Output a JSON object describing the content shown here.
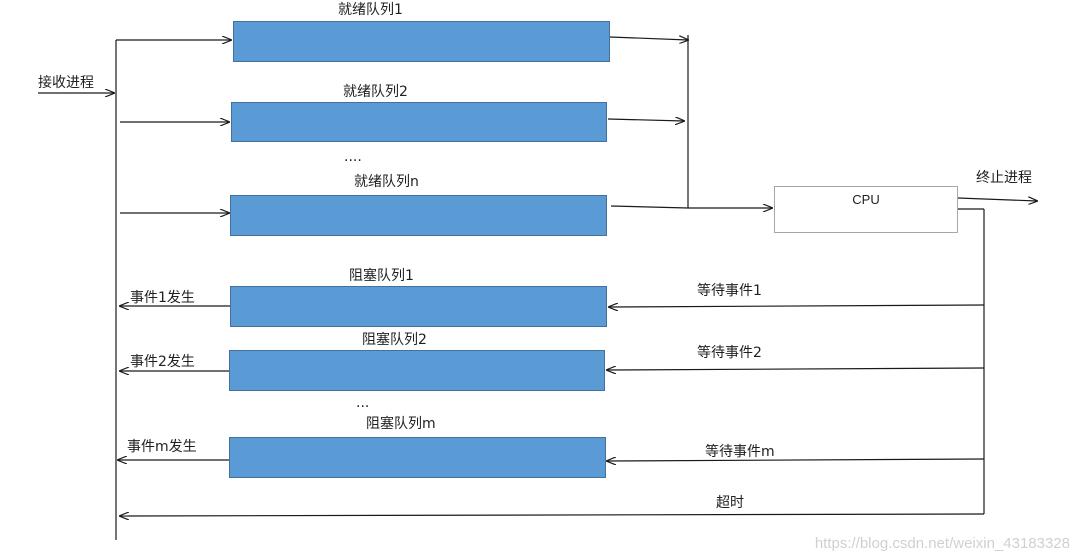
{
  "entry": {
    "label": "接收进程"
  },
  "ready_queues": [
    {
      "label": "就绪队列1"
    },
    {
      "label": "就绪队列2"
    },
    {
      "label": "就绪队列n"
    }
  ],
  "ready_ellipsis": "....",
  "cpu": {
    "label": "CPU"
  },
  "exit": {
    "label": "终止进程"
  },
  "blocked_queues": [
    {
      "label": "阻塞队列1",
      "wait": "等待事件1",
      "occur": "事件1发生"
    },
    {
      "label": "阻塞队列2",
      "wait": "等待事件2",
      "occur": "事件2发生"
    },
    {
      "label": "阻塞队列m",
      "wait": "等待事件m",
      "occur": "事件m发生"
    }
  ],
  "blocked_ellipsis": "...",
  "timeout": {
    "label": "超时"
  },
  "watermark": "https://blog.csdn.net/weixin_43183328",
  "colors": {
    "queue_fill": "#5b9bd5",
    "queue_border": "#41719c",
    "line": "#1a1a1a"
  }
}
